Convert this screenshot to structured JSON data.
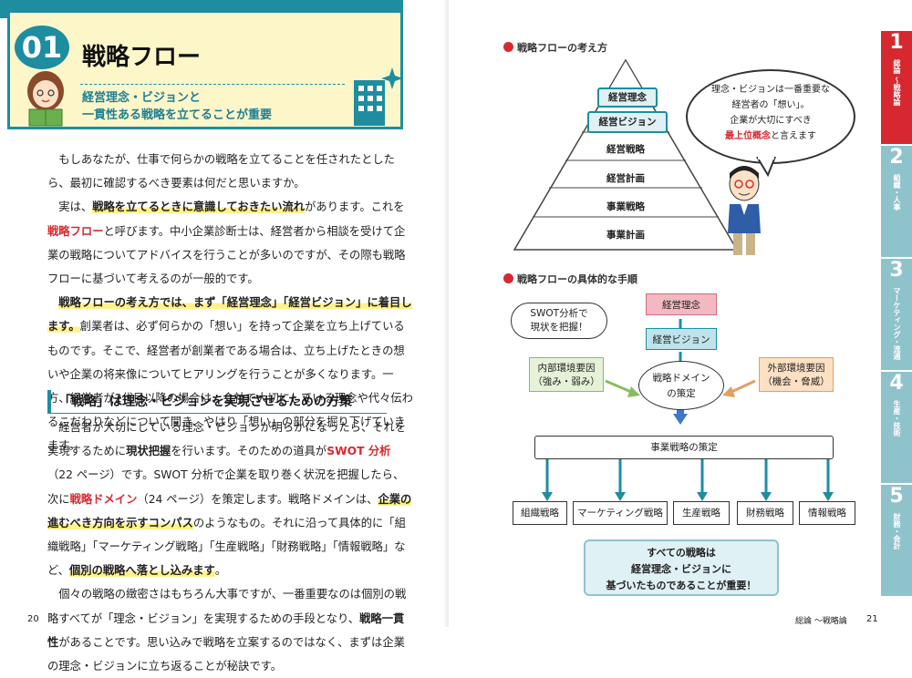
{
  "header": {
    "number": "01",
    "title": "戦略フロー",
    "subtitle_line1": "経営理念・ビジョンと",
    "subtitle_line2": "一貫性ある戦略を立てることが重要"
  },
  "paragraphs1": [
    [
      "もしあなたが、仕事で何らかの戦略を立てることを任されたとしたら、最初に確認するべき要素は何だと思いますか。"
    ],
    [
      "実は、",
      {
        "hl": "戦略を立てるときに意識しておきたい流れ"
      },
      "があります。これを",
      {
        "red": "戦略フロー"
      },
      "と呼びます。中小企業診断士は、経営者から相談を受けて企業の戦略についてアドバイスを行うことが多いのですが、その際も戦略フローに基づいて考えるのが一般的です。"
    ],
    [
      {
        "hl": "戦略フローの考え方では、まず「経営理念」「経営ビジョン」に着目します。"
      },
      "創業者は、必ず何らかの「想い」を持って企業を立ち上げているものです。そこで、経営者が創業者である場合は、立ち上げたときの想いや企業の将来像についてヒアリングを行うことが多くなります。一方、経営者が2代目以降の場合は、会社で大切にしている理念や代々伝わるこだわりなどについて聞き、やはり「想い」の部分を掘り下げていきます。"
    ]
  ],
  "section_title": "「戦略」は理念・ビジョンを実現させるための方策",
  "paragraphs2": [
    [
      "経営者が大切にしている理念・ビジョンが明らかになったら、それを実現するために",
      {
        "b": "現状把握"
      },
      "を行います。そのための道具が",
      {
        "red": "SWOT 分析"
      },
      "（22 ページ）です。SWOT 分析で企業を取り巻く状況を把握したら、次に",
      {
        "red": "戦略ドメイン"
      },
      "（24 ページ）を策定します。戦略ドメインは、",
      {
        "hl": "企業の進むべき方向を示すコンパス"
      },
      "のようなもの。それに沿って具体的に「組織戦略」「マーケティング戦略」「生産戦略」「財務戦略」「情報戦略」など、",
      {
        "hl": "個別の戦略へ落とし込みます"
      },
      "。"
    ],
    [
      "個々の戦略の緻密さはもちろん大事ですが、一番重要なのは個別の戦略すべてが「理念・ビジョン」を実現するための手段となり、",
      {
        "b": "戦略一貫性"
      },
      "があることです。思い込みで戦略を立案するのではなく、まずは企業の理念・ビジョンに立ち返ることが秘訣です。"
    ]
  ],
  "folio_left": "20",
  "folio_right": "21",
  "footer_right": "総論 ～戦略論",
  "diagram1": {
    "caption": "戦略フローの考え方",
    "levels": [
      "経営理念",
      "経営ビジョン",
      "経営戦略",
      "経営計画",
      "事業戦略",
      "事業計画"
    ],
    "bubble_line1": "理念・ビジョンは一番重要な",
    "bubble_line2": "経営者の「想い」。",
    "bubble_line3": "企業が大切にすべき",
    "bubble_red": "最上位概念",
    "bubble_line4_tail": "と言えます"
  },
  "diagram2": {
    "caption": "戦略フローの具体的な手順",
    "philosophy": "経営理念",
    "vision": "経営ビジョン",
    "swot_line1": "SWOT分析で",
    "swot_line2": "現状を把握！",
    "internal_line1": "内部環境要因",
    "internal_line2": "（強み・弱み）",
    "external_line1": "外部環境要因",
    "external_line2": "（機会・脅威）",
    "domain_line1": "戦略ドメイン",
    "domain_line2": "の策定",
    "business": "事業戦略の策定",
    "strategies": [
      "組織戦略",
      "マーケティング戦略",
      "生産戦略",
      "財務戦略",
      "情報戦略"
    ],
    "summary_line1": "すべての戦略は",
    "summary_line2": "経営理念・ビジョンに",
    "summary_line3": "基づいたものであることが重要！"
  },
  "tabs": [
    {
      "num": "1",
      "label": "総論 ～戦略論",
      "color": "#d8282f"
    },
    {
      "num": "2",
      "label": "組織・人事",
      "color": "#8fc3cc"
    },
    {
      "num": "3",
      "label": "マーケティング・流通",
      "color": "#8fc3cc"
    },
    {
      "num": "4",
      "label": "生産・技術",
      "color": "#8fc3cc"
    },
    {
      "num": "5",
      "label": "財務・会計",
      "color": "#8fc3cc"
    }
  ],
  "colors": {
    "accent": "#1e8da0",
    "highlight": "#fff18c",
    "emphasis": "#d8282f",
    "header_bg": "#fcf6c9"
  }
}
